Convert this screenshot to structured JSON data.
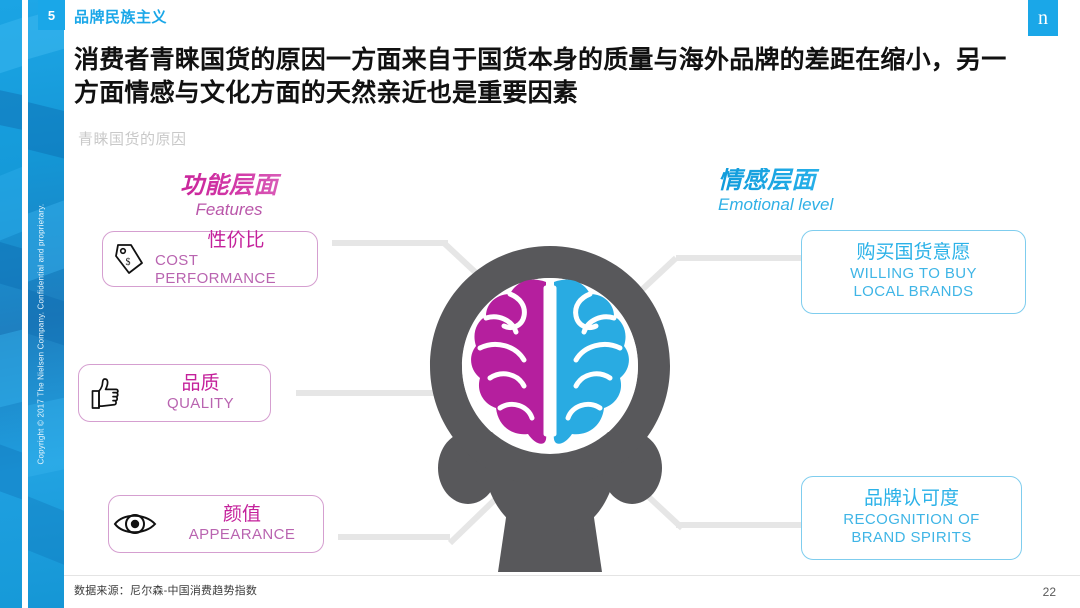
{
  "header": {
    "chip_number": "5",
    "section_title": "品牌民族主义",
    "logo": "n",
    "logo_icon": "nielsen-logo-icon"
  },
  "sidebar": {
    "copyright": "Copyright © 2017 The Nielsen Company. Confidential and proprietary."
  },
  "title": "消费者青睐国货的原因一方面来自于国货本身的质量与海外品牌的差距在缩小，另一方面情感与文化方面的天然亲近也是重要因素",
  "subtitle": "青睐国货的原因",
  "columns": {
    "features": {
      "cn": "功能层面",
      "en": "Features"
    },
    "emotional": {
      "cn": "情感层面",
      "en": "Emotional level"
    }
  },
  "left_items": [
    {
      "cn": "性价比",
      "en": "COST PERFORMANCE",
      "icon": "price-tag-icon"
    },
    {
      "cn": "品质",
      "en": "QUALITY",
      "icon": "thumbs-up-icon"
    },
    {
      "cn": "颜值",
      "en": "APPEARANCE",
      "icon": "eye-icon"
    }
  ],
  "right_items": [
    {
      "cn": "购买国货意愿",
      "en_line1": "WILLING TO BUY",
      "en_line2": "LOCAL BRANDS"
    },
    {
      "cn": "品牌认可度",
      "en_line1": "RECOGNITION OF",
      "en_line2": "BRAND SPIRITS"
    }
  ],
  "graphic": {
    "name": "head-with-brain-illustration",
    "head_color": "#58585b",
    "left_hemisphere_color": "#b51f9e",
    "right_hemisphere_color": "#29abe2"
  },
  "footer": {
    "source": "数据来源：尼尔森-中国消费趋势指数",
    "page_number": "22"
  },
  "colors": {
    "brand_blue": "#1aa7e8",
    "magenta": "#c4219b",
    "cyan": "#2bb2e8",
    "connector_gray": "#e6e6e6"
  }
}
